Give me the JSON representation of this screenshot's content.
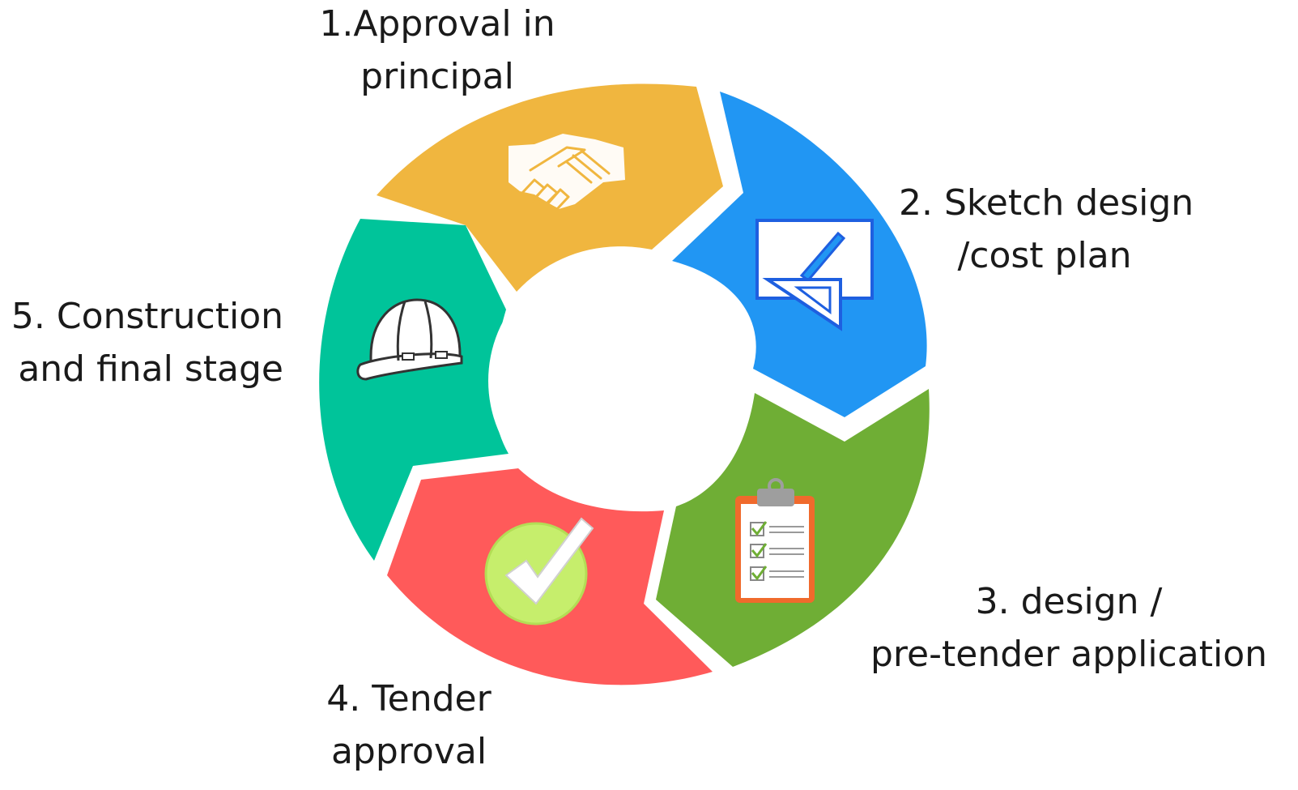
{
  "stages": [
    {
      "id": 1,
      "lines": [
        "1.Approval in",
        "principal"
      ],
      "icon": "handshake-icon",
      "color": "#F0B63F"
    },
    {
      "id": 2,
      "lines": [
        "2. Sketch design",
        "/cost plan"
      ],
      "icon": "drafting-board-icon",
      "color": "#2196F3"
    },
    {
      "id": 3,
      "lines": [
        "3.  design  /",
        " pre-tender application"
      ],
      "icon": "clipboard-checklist-icon",
      "color": "#6FAE35"
    },
    {
      "id": 4,
      "lines": [
        "4. Tender",
        "approval"
      ],
      "icon": "checkmark-icon",
      "color": "#FF5A5A"
    },
    {
      "id": 5,
      "lines": [
        "5. Construction",
        "and final stage"
      ],
      "icon": "hard-hat-icon",
      "color": "#00C49A"
    }
  ]
}
